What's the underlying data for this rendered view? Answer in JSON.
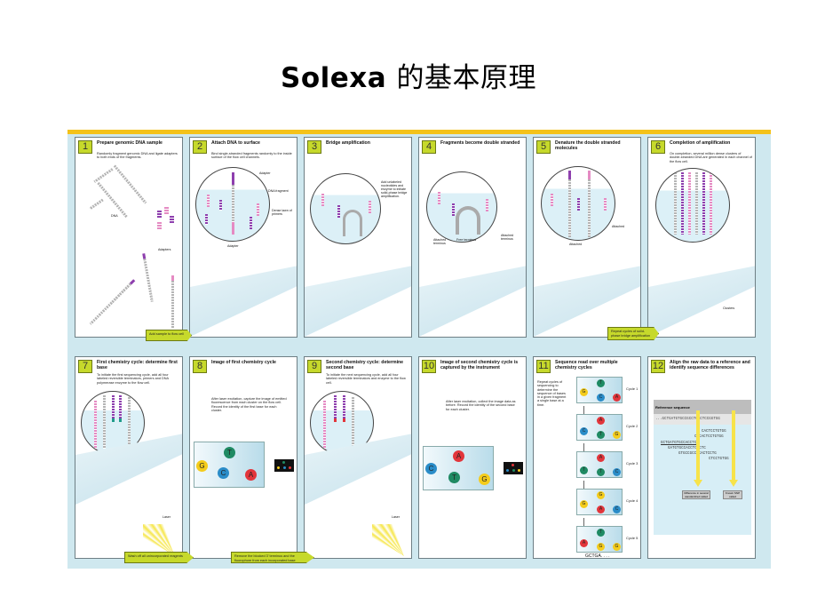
{
  "title": {
    "latin": "Solexa",
    "chinese": "的基本原理"
  },
  "colors": {
    "poster_bg": "#cfe8ef",
    "top_band": "#f4c21a",
    "step_badge": "#c6d92b",
    "base_A": "#e2353b",
    "base_C": "#2a8cc8",
    "base_G": "#f4cc1c",
    "base_T": "#1f8a63",
    "strand_pink": "#e58bc3",
    "strand_purple": "#8e3fae"
  },
  "panels": [
    {
      "num": "1",
      "title": "Prepare genomic DNA sample",
      "desc": "Randomly fragment genomic DNA and ligate adapters to both ends of the fragments.",
      "labels": [
        "DNA",
        "Adapters"
      ]
    },
    {
      "num": "2",
      "title": "Attach DNA to surface",
      "desc": "Bind single-stranded fragments randomly to the inside surface of the flow cell channels.",
      "labels": [
        "Adapter",
        "DNA fragment",
        "Dense lawn of primers",
        "Adapter"
      ]
    },
    {
      "num": "3",
      "title": "Bridge amplification",
      "desc": "",
      "labels": [
        "Add unlabeled nucleotides and enzyme to initiate solid-phase bridge amplification."
      ]
    },
    {
      "num": "4",
      "title": "Fragments become double stranded",
      "desc": "",
      "labels": [
        "Attached terminus",
        "Free terminus",
        "Attached terminus"
      ]
    },
    {
      "num": "5",
      "title": "Denature the double stranded molecules",
      "desc": "",
      "labels": [
        "Attached",
        "Attached"
      ]
    },
    {
      "num": "6",
      "title": "Completion of amplification",
      "desc": "On completion, several million dense clusters of double-stranded DNA are generated in each channel of the flow cell.",
      "labels": [
        "Clusters"
      ]
    },
    {
      "num": "7",
      "title": "First chemistry cycle: determine first base",
      "desc": "To initiate the first sequencing cycle, add all four labeled reversible terminators, primers and DNA polymerase enzyme to the flow cell.",
      "labels": [
        "Laser"
      ]
    },
    {
      "num": "8",
      "title": "Image of first chemistry cycle",
      "desc": "After laser excitation, capture the image of emitted fluorescence from each cluster on the flow cell. Record the identity of the first base for each cluster.",
      "bases": [
        "T",
        "G",
        "C",
        "A"
      ]
    },
    {
      "num": "9",
      "title": "Second chemistry cycle: determine second base",
      "desc": "To initiate the next sequencing cycle, add all four labeled reversible terminators and enzyme to the flow cell.",
      "labels": [
        "Laser"
      ]
    },
    {
      "num": "10",
      "title": "Image of second chemistry cycle is captured by the instrument",
      "desc": "After laser excitation, collect the image data as before. Record the identity of the second base for each cluster.",
      "bases": [
        "A",
        "C",
        "T",
        "G"
      ]
    },
    {
      "num": "11",
      "title": "Sequence read over multiple chemistry cycles",
      "desc": "Repeat cycles of sequencing to determine the sequence of bases in a given fragment a single base at a time.",
      "cycles": [
        {
          "label": "Cycle 1",
          "bases": [
            "T",
            "G",
            "C",
            "A"
          ]
        },
        {
          "label": "Cycle 2",
          "bases": [
            "A",
            "C",
            "T",
            "G"
          ]
        },
        {
          "label": "Cycle 3",
          "bases": [
            "A",
            "T",
            "T",
            "C"
          ]
        },
        {
          "label": "Cycle 4",
          "bases": [
            "G",
            "G",
            "A",
            "C"
          ]
        },
        {
          "label": "Cycle 5",
          "bases": [
            "T",
            "A",
            "G",
            "G"
          ]
        }
      ],
      "result": "GCTGA. . . ."
    },
    {
      "num": "12",
      "title": "Align the raw data to a reference and identify sequence differences",
      "desc": "",
      "reference_label": "Reference sequence",
      "reference_seq": "...GCTGATGTGCCGCCTCACTCCGGTGG",
      "reads": [
        "CACTCCTGTGG",
        "CTCACTCCTGTGG",
        "GCTGATGTGCCACCTCA",
        "GATGTGCCACCTCACTC",
        "GTGCCGCCTCACTCCTG",
        "CTCCTGTGG"
      ],
      "results": [
        "Difference in several standardized called",
        "Known SNP called"
      ]
    }
  ],
  "flow_tags": {
    "add_sample": "Add sample to flow cell",
    "repeat_bridge": "Repeat cycles of solid-phase bridge amplification",
    "wash": "Wash off all unincorporated reagents",
    "remove": "Remove the blocked 3' terminus and the fluorophore from each incorporated base"
  }
}
